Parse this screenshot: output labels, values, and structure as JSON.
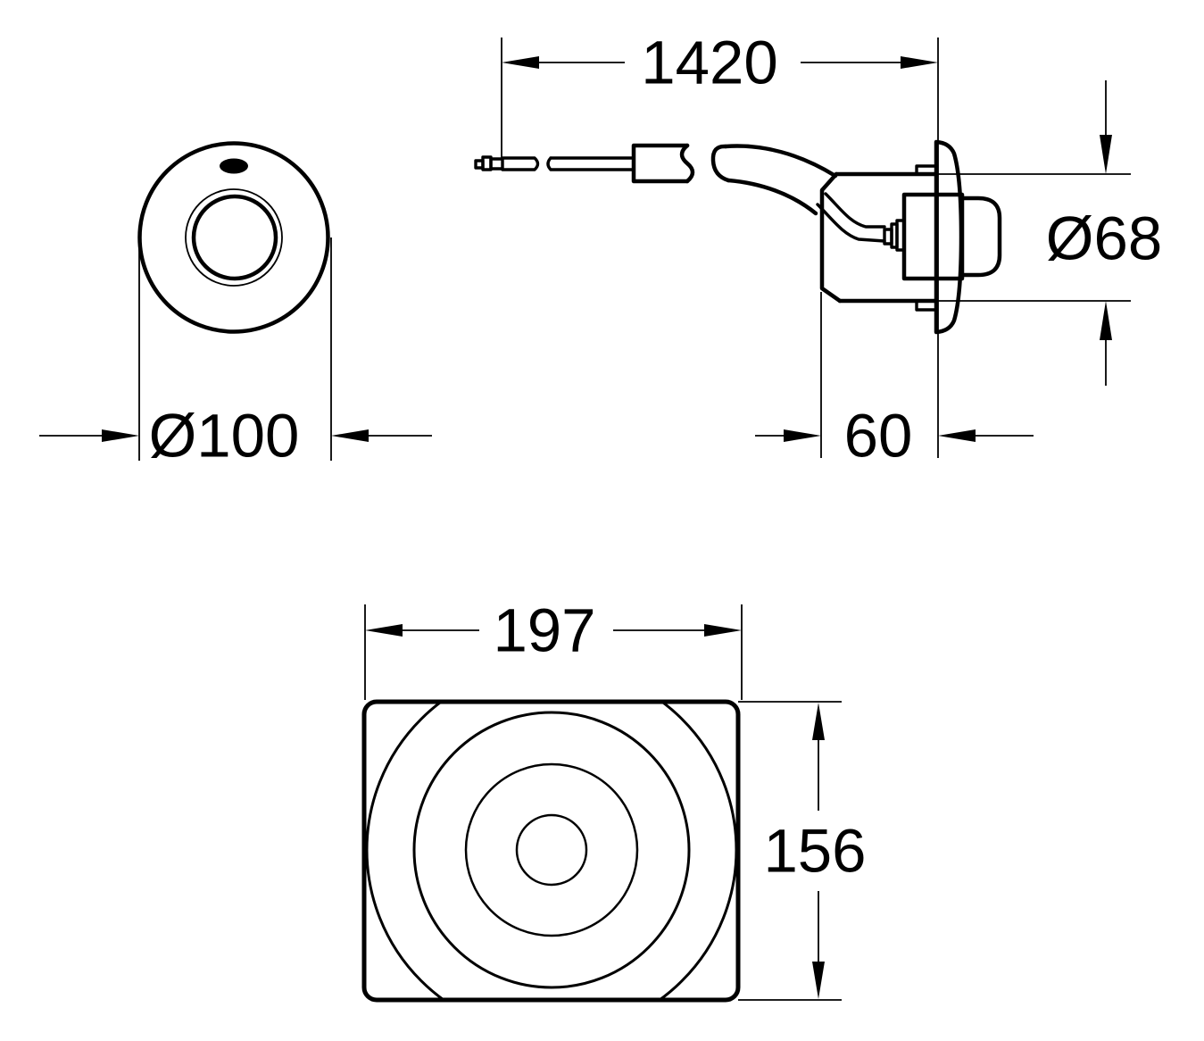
{
  "page": {
    "background": "#ffffff",
    "line_color": "#000000"
  },
  "icons": {
    "brand_logo_mark": "filled-ellipse-blob"
  },
  "drawing": {
    "front_view": {
      "diameter_label": "Ø100"
    },
    "side_view": {
      "length_label": "1420",
      "diameter_label": "Ø68",
      "depth_label": "60"
    },
    "plate_view": {
      "width_label": "197",
      "height_label": "156"
    }
  }
}
